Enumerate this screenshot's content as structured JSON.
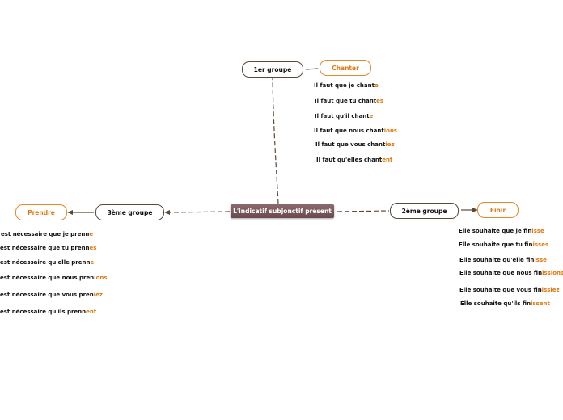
{
  "root": {
    "label": "L'indicatif subjonctif présent"
  },
  "groups": {
    "g1": {
      "label": "1er groupe",
      "verb": "Chanter"
    },
    "g2": {
      "label": "2ème groupe",
      "verb": "Finir"
    },
    "g3": {
      "label": "3ème groupe",
      "verb": "Prendre"
    }
  },
  "sentences": {
    "g1": [
      {
        "stem": "Il faut que je chant",
        "ending": "e"
      },
      {
        "stem": "Il faut que tu chant",
        "ending": "es"
      },
      {
        "stem": "Il faut qu'il chant",
        "ending": "e"
      },
      {
        "stem": "Il faut que nous chant",
        "ending": "ions"
      },
      {
        "stem": "Il faut que vous chant",
        "ending": "iez"
      },
      {
        "stem": "Il faut qu'elles chant",
        "ending": "ent"
      }
    ],
    "g2": [
      {
        "stem": "Elle souhaite que je fin",
        "ending": "isse"
      },
      {
        "stem": "Elle souhaite que tu fin",
        "ending": "isses"
      },
      {
        "stem": "Elle souhaite qu'elle fin",
        "ending": "isse"
      },
      {
        "stem": "Elle souhaite que nous fin",
        "ending": "issions"
      },
      {
        "stem": "Elle souhaite que vous fin",
        "ending": "issiez"
      },
      {
        "stem": "Elle souhaite qu'ils fin",
        "ending": "issent"
      }
    ],
    "g3": [
      {
        "stem": "est nécessaire que je prenn",
        "ending": "e"
      },
      {
        "stem": "est nécessaire que tu prenn",
        "ending": "es"
      },
      {
        "stem": "est nécessaire qu'elle prenn",
        "ending": "e"
      },
      {
        "stem": "est nécessaire que nous pren",
        "ending": "ions"
      },
      {
        "stem": "est nécessaire que vous pren",
        "ending": "iez"
      },
      {
        "stem": "est nécessaire qu'ils prenn",
        "ending": "ent"
      }
    ]
  },
  "colors": {
    "line": "#5a4a3a",
    "ending": "#e07a10",
    "verb_border": "#e08a2b",
    "root_fill": "#7a5a5e"
  }
}
